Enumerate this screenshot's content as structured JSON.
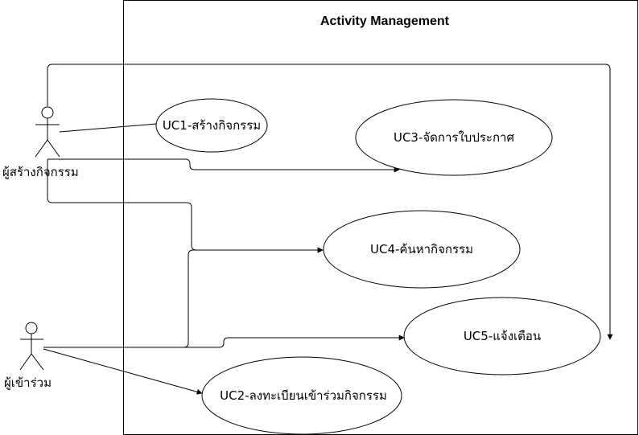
{
  "diagram": {
    "system_title": "Activity Management",
    "actors": {
      "organizer": "ผู้สร้างกิจกรรม",
      "participant": "ผู้เข้าร่วม"
    },
    "use_cases": {
      "uc1": "UC1-สร้างกิจกรรม",
      "uc2": "UC2-ลงทะเบียนเข้าร่วมกิจกรรม",
      "uc3": "UC3-จัดการใบประกาศ",
      "uc4": "UC4-ค้นหากิจกรรม",
      "uc5": "UC5-แจ้งเตือน"
    },
    "colors": {
      "stroke": "#000000",
      "fill": "#ffffff"
    }
  }
}
